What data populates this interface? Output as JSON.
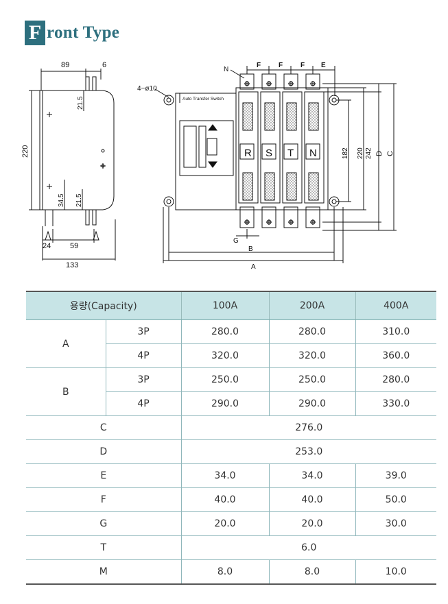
{
  "title": {
    "initial": "F",
    "rest": "ront Type"
  },
  "drawing": {
    "side_dims": {
      "top_width": "89",
      "top_small": "6",
      "height": "220",
      "upper_offset": "21.5",
      "lower_offset_a": "34.5",
      "lower_offset_b": "21.5",
      "bottom_left": "24",
      "bottom_mid": "59",
      "total_width": "133"
    },
    "hole_label": "4−ø10",
    "panel_label": "Auto Transfer Switch",
    "poles": [
      "R",
      "S",
      "T",
      "N"
    ],
    "top_dims": {
      "N": "N",
      "F1": "F",
      "F2": "F",
      "F3": "F",
      "E": "E"
    },
    "right_dims": {
      "d182": "182",
      "d220": "220",
      "d242": "242",
      "D": "D",
      "C": "C"
    },
    "bottom_dims": {
      "G": "G",
      "B": "B",
      "A": "A"
    }
  },
  "table": {
    "header": [
      "용량(Capacity)",
      "100A",
      "200A",
      "400A"
    ],
    "rows": [
      {
        "label": "A",
        "sub": "3P",
        "values": [
          "280.0",
          "280.0",
          "310.0"
        ]
      },
      {
        "label": "",
        "sub": "4P",
        "values": [
          "320.0",
          "320.0",
          "360.0"
        ]
      },
      {
        "label": "B",
        "sub": "3P",
        "values": [
          "250.0",
          "250.0",
          "280.0"
        ]
      },
      {
        "label": "",
        "sub": "4P",
        "values": [
          "290.0",
          "290.0",
          "330.0"
        ]
      },
      {
        "label": "C",
        "merged": "276.0"
      },
      {
        "label": "D",
        "merged": "253.0"
      },
      {
        "label": "E",
        "values": [
          "34.0",
          "34.0",
          "39.0"
        ]
      },
      {
        "label": "F",
        "values": [
          "40.0",
          "40.0",
          "50.0"
        ]
      },
      {
        "label": "G",
        "values": [
          "20.0",
          "20.0",
          "30.0"
        ]
      },
      {
        "label": "T",
        "merged": "6.0"
      },
      {
        "label": "M",
        "values": [
          "8.0",
          "8.0",
          "10.0"
        ]
      }
    ]
  }
}
